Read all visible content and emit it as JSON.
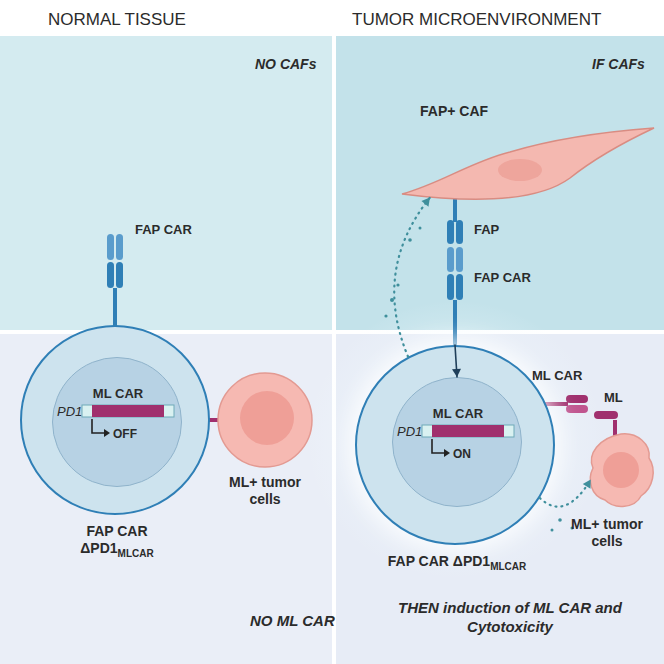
{
  "diagram": {
    "nodes": [
      {
        "text": [
          "FAP CAR ΔPD1",
          "MLCAR"
        ]
      },
      {
        "text": [
          "PD1",
          "ML CAR",
          "OFF"
        ],
        "in": 0
      },
      {
        "text": [
          "ML+ tumor cells"
        ]
      },
      {
        "text": [
          "FAP+ CAF"
        ]
      },
      {
        "text": [
          "FAP CAR ΔPD1",
          "MLCAR"
        ]
      },
      {
        "text": [
          "PD1",
          "ML CAR",
          "ON"
        ],
        "in": 4
      },
      {
        "text": [
          "ML+ tumor cells"
        ]
      }
    ],
    "edges": [
      {
        "from": 4,
        "to": 3,
        "arrow": "to"
      },
      {
        "from": 4,
        "to": 6,
        "arrow": "to"
      },
      {
        "from": 4,
        "to": 5,
        "arrow": "to"
      }
    ],
    "labels": [
      "NORMAL TISSUE",
      "TUMOR MICROENVIRONMENT",
      "NO CAFs",
      "IF CAFs",
      "FAP CAR",
      "FAP",
      "FAP CAR",
      "ML CAR",
      "ML",
      "NO ML CAR",
      "THEN induction of ML CAR and Cytotoxicity"
    ]
  }
}
